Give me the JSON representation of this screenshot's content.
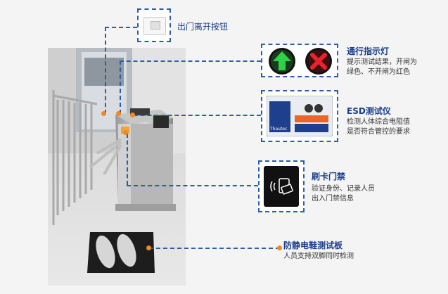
{
  "exit_button": {
    "label": "出门离开按钮"
  },
  "traffic_light": {
    "title": "通行指示灯",
    "desc_lines": [
      "提示测试结果，开闸为",
      "绿色、不开闸为红色"
    ],
    "colors": {
      "green": "#1fae3a",
      "red": "#d81f26"
    }
  },
  "esd_tester": {
    "title": "ESD测试仪",
    "desc_lines": [
      "检测人体综合电阻值",
      "是否符合管控的要求"
    ],
    "brand": "Thautec"
  },
  "card_access": {
    "title": "刷卡门禁",
    "desc_lines": [
      "验证身份、记录人员",
      "出入门禁信息"
    ]
  },
  "shoe_board": {
    "title": "防静电鞋测试板",
    "desc_lines": [
      "人员支持双脚同时检测"
    ]
  },
  "colors": {
    "accent_blue": "#2b5ea8",
    "title_blue": "#1a3d8a",
    "dot_orange": "#f08a1c"
  }
}
